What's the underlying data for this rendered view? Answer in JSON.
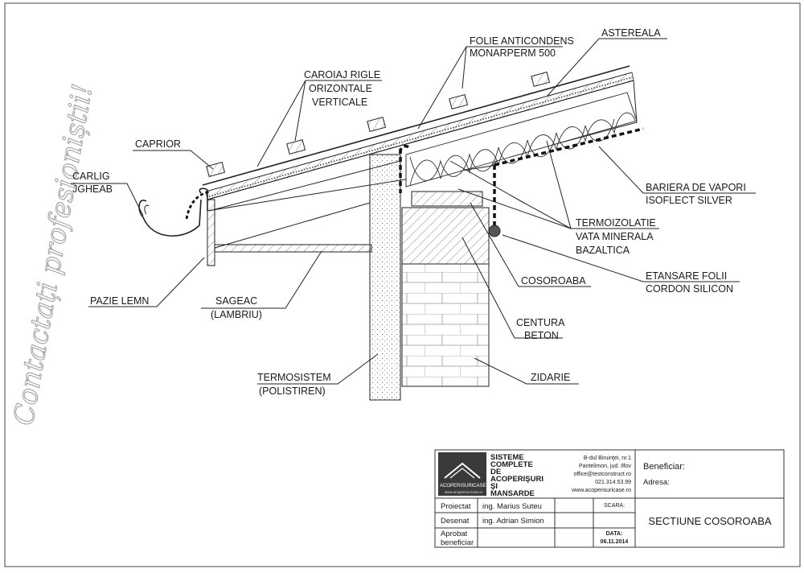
{
  "watermark": "Contactați profesioniștii!",
  "labels": {
    "folie_1": "FOLIE ANTICONDENS",
    "folie_2": "MONARPERM 500",
    "astereala": "ASTEREALA",
    "caroiaj_1": "CAROIAJ RIGLE",
    "caroiaj_2": "ORIZONTALE",
    "caroiaj_3": "VERTICALE",
    "caprior": "CAPRIOR",
    "carlig_1": "CARLIG",
    "carlig_2": "JGHEAB",
    "bariera_1": "BARIERA DE VAPORI",
    "bariera_2": "ISOFLECT SILVER",
    "termo_1": "TERMOIZOLATIE",
    "termo_2": "VATA MINERALA",
    "termo_3": "BAZALTICA",
    "etansare_1": "ETANSARE FOLII",
    "etansare_2": "CORDON SILICON",
    "cosoroaba": "COSOROABA",
    "pazie": "PAZIE LEMN",
    "sageac_1": "SAGEAC",
    "sageac_2": "(LAMBRIU)",
    "centura_1": "CENTURA",
    "centura_2": "BETON",
    "termosistem_1": "TERMOSISTEM",
    "termosistem_2": "(POLISTIREN)",
    "zidarie": "ZIDARIE"
  },
  "title_block": {
    "logo_text": "ACOPERISURICASE",
    "logo_url": "www.acoperisuricase.ro",
    "company_1": "SISTEME",
    "company_2": "COMPLETE",
    "company_3": "DE",
    "company_4": "ACOPERIŞURI",
    "company_5": "ŞI",
    "company_6": "MANSARDE",
    "addr_1": "B-dul Biruinţei, nr.1",
    "addr_2": "Pantelimon, jud. Ilfov",
    "addr_3": "office@testconstruct.ro",
    "addr_4": "021.314.53.99",
    "addr_5": "www.acoperisuricase.ro",
    "beneficiar": "Beneficiar:",
    "adresa": "Adresa:",
    "proiectat_label": "Proiectat",
    "proiectat_value": "ing. Marius Suteu",
    "desenat_label": "Desenat",
    "desenat_value": "ing. Adrian Simion",
    "aprobat_1": "Aprobat",
    "aprobat_2": "beneficiar",
    "scara": "SCARA:",
    "data_label": "DATA:",
    "data_value": "06.11.2014",
    "sheet_title": "SECTIUNE COSOROABA"
  }
}
